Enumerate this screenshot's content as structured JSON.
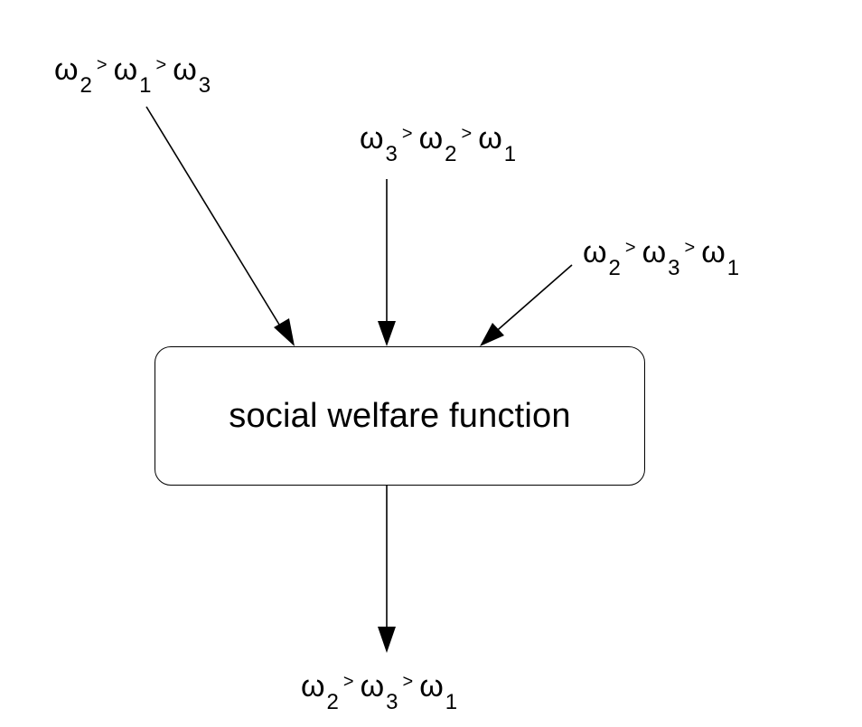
{
  "diagram": {
    "box_label": "social welfare function",
    "symbol": "ω",
    "relation": ">",
    "inputs": [
      {
        "order": [
          {
            "symbol": "ω",
            "index": "2"
          },
          {
            "symbol": "ω",
            "index": "1"
          },
          {
            "symbol": "ω",
            "index": "3"
          }
        ]
      },
      {
        "order": [
          {
            "symbol": "ω",
            "index": "3"
          },
          {
            "symbol": "ω",
            "index": "2"
          },
          {
            "symbol": "ω",
            "index": "1"
          }
        ]
      },
      {
        "order": [
          {
            "symbol": "ω",
            "index": "2"
          },
          {
            "symbol": "ω",
            "index": "3"
          },
          {
            "symbol": "ω",
            "index": "1"
          }
        ]
      }
    ],
    "output": {
      "order": [
        {
          "symbol": "ω",
          "index": "2"
        },
        {
          "symbol": "ω",
          "index": "3"
        },
        {
          "symbol": "ω",
          "index": "1"
        }
      ]
    }
  }
}
